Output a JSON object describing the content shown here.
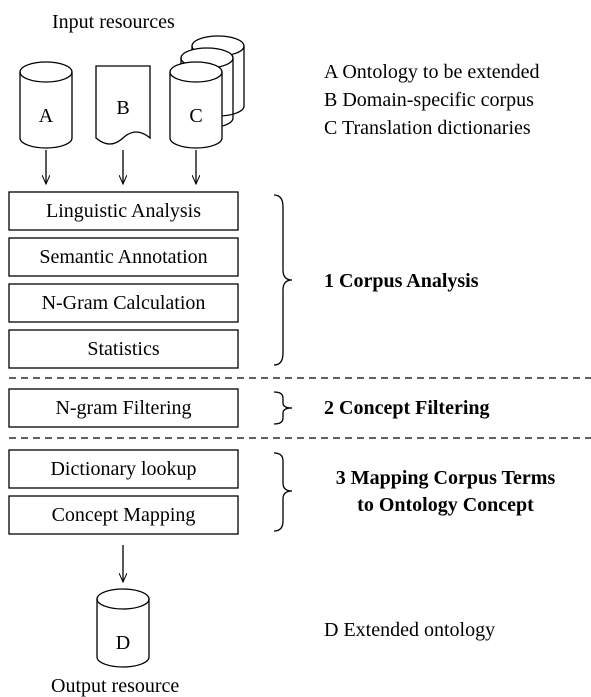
{
  "header": {
    "input_title": "Input resources"
  },
  "inputs": [
    {
      "letter": "A",
      "description": "A Ontology to be extended",
      "icon": "database-cylinder-icon"
    },
    {
      "letter": "B",
      "description": "B Domain-specific corpus",
      "icon": "document-icon"
    },
    {
      "letter": "C",
      "description": "C Translation dictionaries",
      "icon": "stacked-database-icon"
    }
  ],
  "stages": [
    {
      "title": "1 Corpus Analysis",
      "steps": [
        "Linguistic Analysis",
        "Semantic Annotation",
        "N-Gram Calculation",
        "Statistics"
      ]
    },
    {
      "title": "2 Concept Filtering",
      "steps": [
        "N-gram Filtering"
      ]
    },
    {
      "title_lines": [
        "3 Mapping Corpus Terms",
        "to Ontology Concept"
      ],
      "steps": [
        "Dictionary lookup",
        "Concept Mapping"
      ]
    }
  ],
  "output": {
    "letter": "D",
    "description": "D Extended ontology",
    "icon": "database-cylinder-icon"
  },
  "footer": {
    "output_title": "Output resource"
  }
}
